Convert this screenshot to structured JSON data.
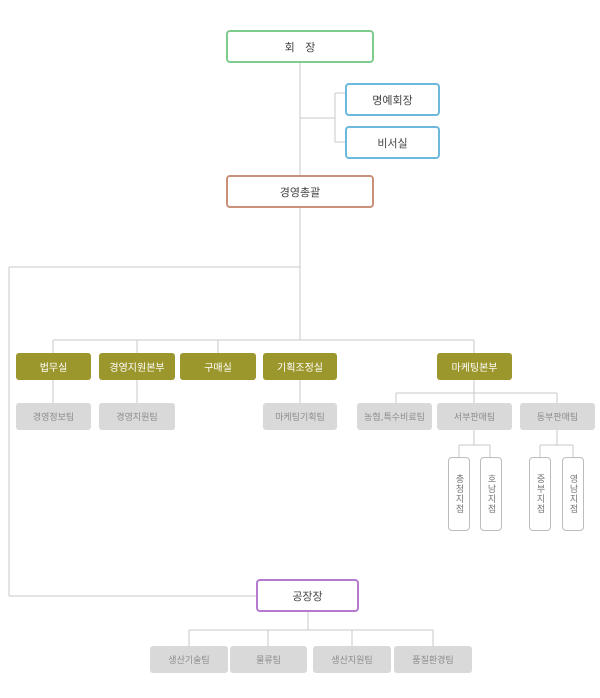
{
  "chairman": "회   장",
  "honorary_chairman": "명예회장",
  "secretariat": "비서실",
  "general_manager": "경영총괄",
  "divisions": {
    "legal": "법무실",
    "management_support_hq": "경영지원본부",
    "purchasing": "구매실",
    "planning": "기획조정실",
    "marketing_hq": "마케팅본부"
  },
  "teams": {
    "management_info": "경영정보팀",
    "management_support": "경영지원팀",
    "marketing_planning": "마케팅기획팀",
    "agri_special_fert": "농협,특수비료팀",
    "west_sales": "서부판매팀",
    "east_sales": "동부판매팀"
  },
  "branches": {
    "chungcheong": "충청지점",
    "honam": "호남지점",
    "jungbu": "중부지점",
    "yeongnam": "영남지점"
  },
  "plant_manager": "공장장",
  "plant_teams": {
    "production_tech": "생산기술팀",
    "logistics": "물류팀",
    "production_support": "생산지원팀",
    "quality_env": "품질환경팀"
  }
}
